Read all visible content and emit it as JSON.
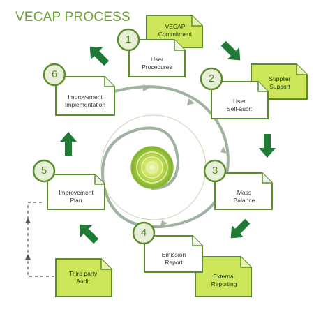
{
  "title": "VECAP PROCESS",
  "steps": [
    {
      "number": "1",
      "lines": [
        "User",
        "Procedures"
      ]
    },
    {
      "number": "2",
      "lines": [
        "User",
        "Self-audit"
      ]
    },
    {
      "number": "3",
      "lines": [
        "Mass",
        "Balance"
      ]
    },
    {
      "number": "4",
      "lines": [
        "Emission",
        "Report"
      ]
    },
    {
      "number": "5",
      "lines": [
        "Improvement",
        "Plan"
      ]
    },
    {
      "number": "6",
      "lines": [
        "Improvement",
        "Implementation"
      ]
    }
  ],
  "notes": [
    {
      "lines": [
        "VECAP",
        "Commitment"
      ]
    },
    {
      "lines": [
        "Supplier",
        "Support"
      ]
    },
    {
      "lines": [
        "External",
        "Reporting"
      ]
    },
    {
      "lines": [
        "Third party",
        "Audit"
      ]
    }
  ],
  "colors": {
    "title": "#6aa52e",
    "ring": "#5c8d2b",
    "arrow": "#1f7a36",
    "note_fill": "#cde65a",
    "spiral": "#9aa89a"
  }
}
